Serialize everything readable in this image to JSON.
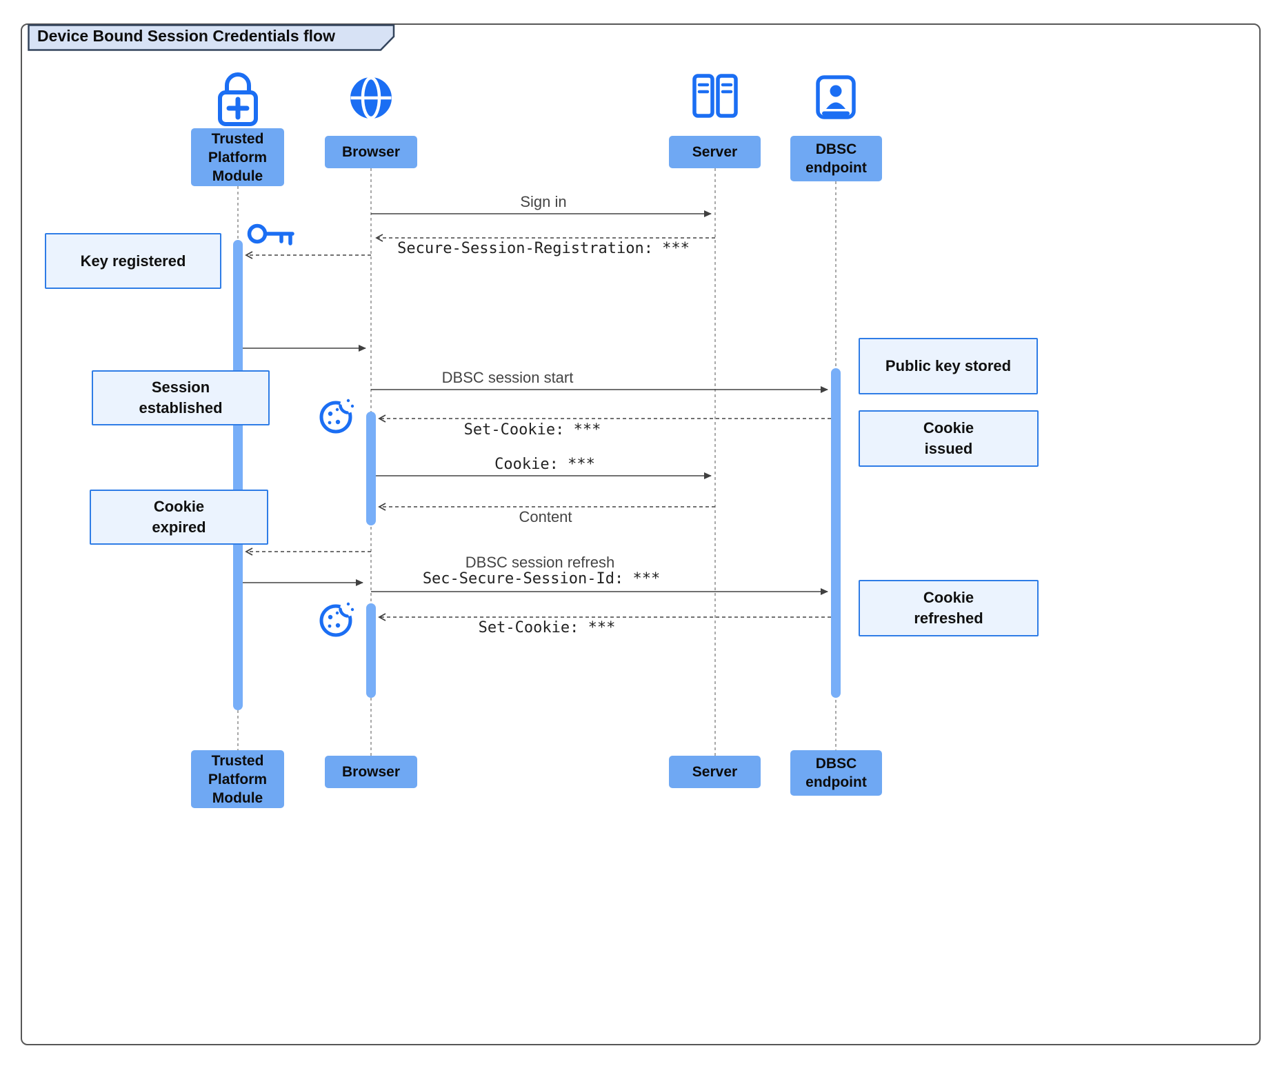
{
  "title": "Device Bound Session Credentials flow",
  "actors": {
    "tpm": {
      "label": "Trusted Platform Module",
      "icon": "lock-plus-icon"
    },
    "browser": {
      "label": "Browser",
      "icon": "globe-icon"
    },
    "server": {
      "label": "Server",
      "icon": "server-stack-icon"
    },
    "dbsc": {
      "label": "DBSC endpoint",
      "icon": "id-badge-icon"
    }
  },
  "messages": {
    "sign_in": "Sign in",
    "secure_session_registration": "Secure-Session-Registration: ***",
    "dbsc_session_start": "DBSC session start",
    "set_cookie_1": "Set-Cookie: ***",
    "cookie": "Cookie: ***",
    "content": "Content",
    "dbsc_session_refresh": "DBSC session refresh",
    "sec_secure_session_id": "Sec-Secure-Session-Id: ***",
    "set_cookie_2": "Set-Cookie: ***"
  },
  "notes": {
    "key_registered": "Key registered",
    "session_established": "Session established",
    "cookie_expired": "Cookie expired",
    "public_key_stored": "Public key stored",
    "cookie_issued": "Cookie issued",
    "cookie_refreshed": "Cookie refreshed"
  },
  "icons": {
    "key": "key-icon",
    "cookie": "cookie-icon"
  },
  "colors": {
    "accent_blue": "#1B6EF3",
    "actor_fill": "#6FA8F3",
    "activation_fill": "#77AEF8",
    "note_fill": "#EBF3FE",
    "note_border": "#2E7CE6",
    "title_fill": "#D7E2F5",
    "line": "#404040"
  }
}
